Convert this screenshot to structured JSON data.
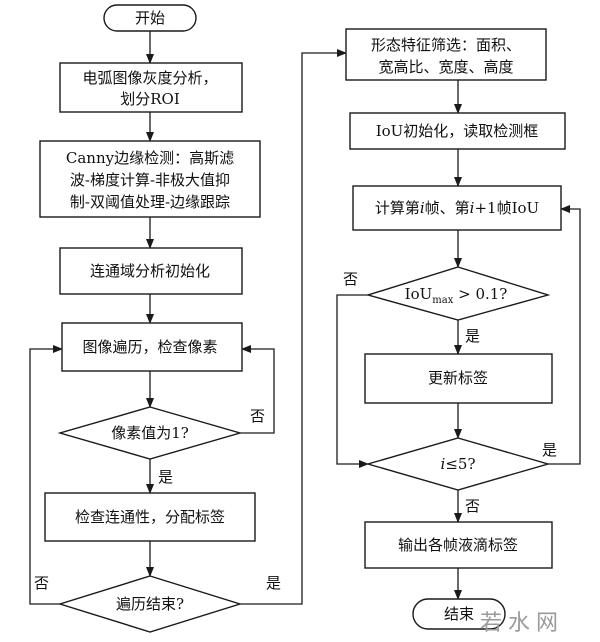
{
  "nodes": {
    "start": "开始",
    "grayscale_l1": "电弧图像灰度分析，",
    "grayscale_l2": "划分ROI",
    "canny_l1": "Canny边缘检测：高斯滤",
    "canny_l2": "波-梯度计算-非极大值抑",
    "canny_l3": "制-双阈值处理-边缘跟踪",
    "cc_init": "连通域分析初始化",
    "traverse": "图像遍历，检查像素",
    "pixel_q": "像素值为1?",
    "check_conn": "检查连通性，分配标签",
    "trav_end_q": "遍历结束?",
    "morph_l1": "形态特征筛选：面积、",
    "morph_l2": "宽高比、宽度、高度",
    "iou_init": "IoU初始化，读取检测框",
    "compute_pre": "计算第",
    "compute_i1": "i",
    "compute_mid": "帧、第",
    "compute_i2": "i",
    "compute_post": "+1帧IoU",
    "iou_q_base": "IoU",
    "iou_q_sub": "max",
    "iou_q_rest": " > 0.1?",
    "update_label": "更新标签",
    "i_q_var": "i",
    "i_q_rest": "≤5?",
    "output": "输出各帧液滴标签",
    "end": "结束"
  },
  "edges": {
    "pixel_no": "否",
    "pixel_yes": "是",
    "trav_no": "否",
    "trav_yes": "是",
    "iou_no": "否",
    "iou_yes": "是",
    "i_yes": "是",
    "i_no": "否"
  },
  "watermark": "若水网"
}
